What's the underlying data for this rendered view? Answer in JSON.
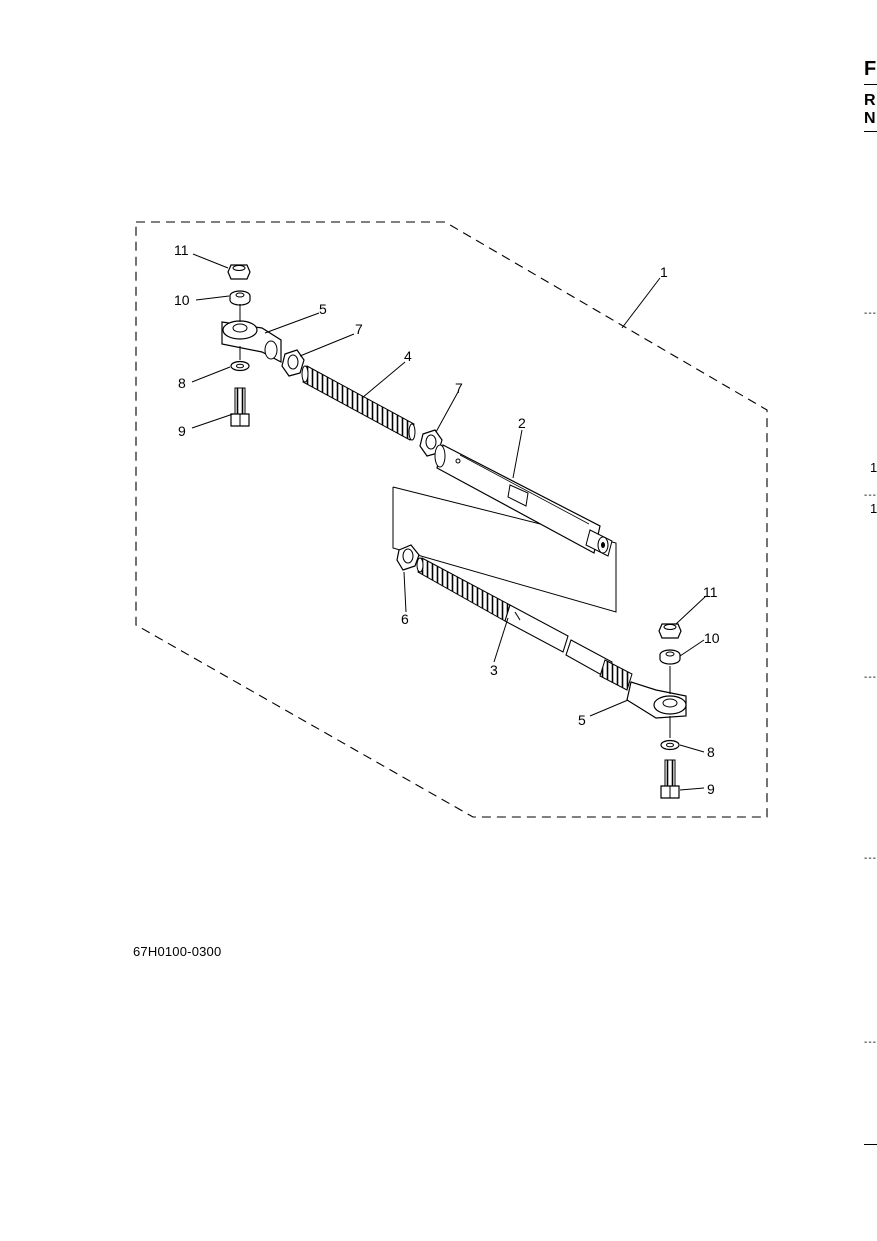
{
  "document": {
    "part_code": "67H0100-0300"
  },
  "diagram": {
    "callouts": {
      "c1": "1",
      "c2": "2",
      "c3": "3",
      "c4": "4",
      "c5a": "5",
      "c5b": "5",
      "c6": "6",
      "c7a": "7",
      "c7b": "7",
      "c8a": "8",
      "c8b": "8",
      "c9a": "9",
      "c9b": "9",
      "c10a": "10",
      "c10b": "10",
      "c11a": "11",
      "c11b": "11"
    }
  },
  "right_edge": {
    "letter_f": "F",
    "letter_r": "R",
    "letter_n": "N",
    "num_a": "1",
    "num_b": "1"
  }
}
